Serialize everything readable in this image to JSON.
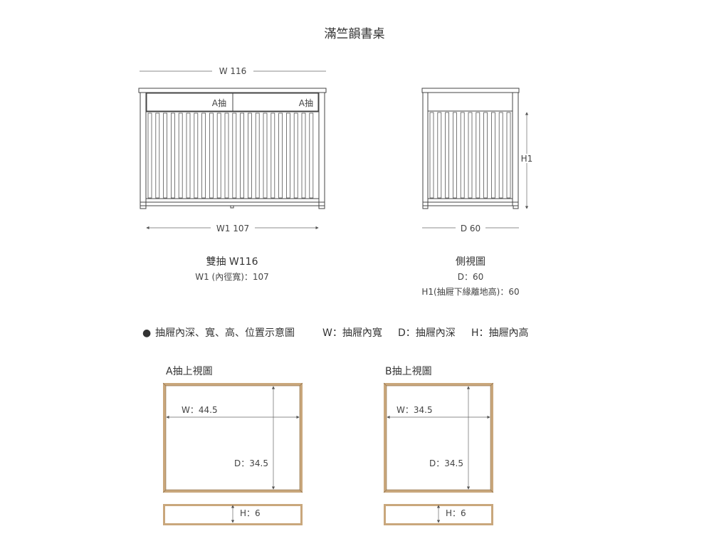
{
  "title": "滿竺韻書桌",
  "front_view": {
    "width_label": "W 116",
    "inner_label": "W1 107",
    "drawer_labels": [
      "A抽",
      "A抽"
    ],
    "caption": "雙抽 W116",
    "note": "W1 (內徑寬)：107"
  },
  "side_view": {
    "height_label": "H1",
    "depth_label": "D 60",
    "caption": "側視圖",
    "note1": "D：60",
    "note2": "H1(抽屜下緣離地高)：60"
  },
  "legend": {
    "bullet": "●",
    "main": "抽屜內深、寬、高、位置示意圖",
    "w": "W：抽屜內寬",
    "d": "D：抽屜內深",
    "h": "H：抽屜內高"
  },
  "drawer_a": {
    "title": "A抽上視圖",
    "w_label": "W：44.5",
    "d_label": "D：34.5",
    "h_label": "H：6"
  },
  "drawer_b": {
    "title": "B抽上視圖",
    "w_label": "W：34.5",
    "d_label": "D：34.5",
    "h_label": "H：6"
  },
  "colors": {
    "frame_wood": "#c9a77c",
    "line": "#444444"
  }
}
